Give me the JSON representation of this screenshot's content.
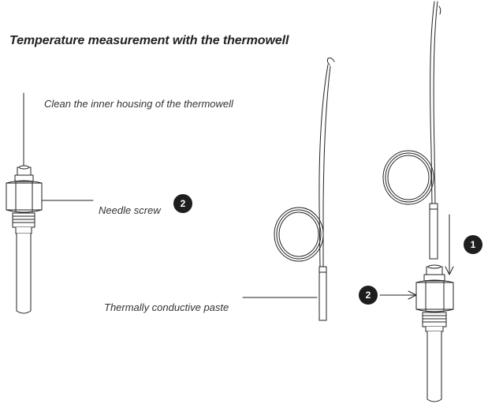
{
  "title": "Temperature measurement with the thermowell",
  "labels": {
    "clean": "Clean the inner housing of the thermowell",
    "needle_screw": "Needle screw",
    "paste": "Thermally conductive paste"
  },
  "badges": {
    "left_needle": "2",
    "right_arrow": "1",
    "right_screw": "2"
  }
}
